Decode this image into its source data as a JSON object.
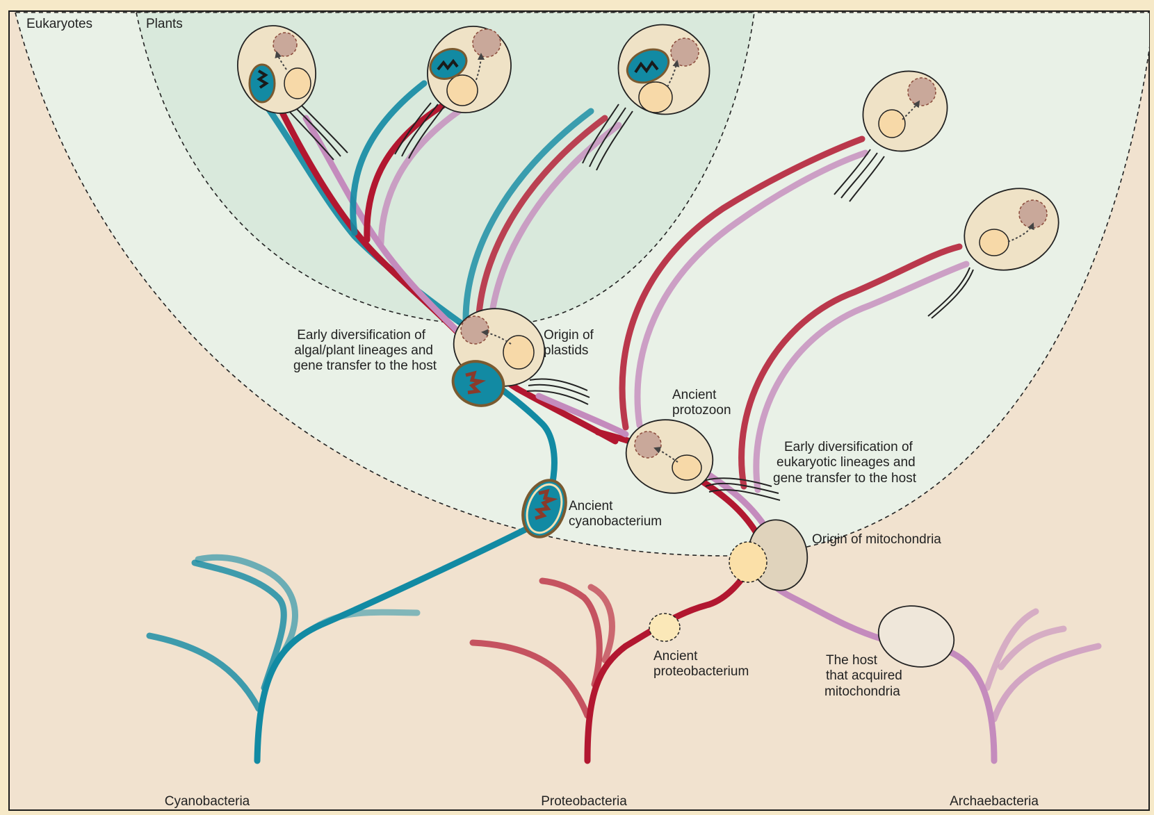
{
  "colors": {
    "page_bg": "#f6e9c8",
    "panel_bg": "#f1e2cf",
    "eukaryote_zone": "#e7efe6",
    "plant_zone": "#d9e8de",
    "cyanobacteria": "#128aa3",
    "proteobacteria": "#b21730",
    "archaebacteria": "#c48bbd",
    "cell_fill": "#efe2c6",
    "mitochondrion": "#f7d9a8",
    "nucleus": "#c9a89a"
  },
  "regions": {
    "eukaryotes": "Eukaryotes",
    "plants": "Plants"
  },
  "labels": {
    "early_algal": [
      "Early diversification of",
      "algal/plant lineages and",
      "gene transfer to the host"
    ],
    "origin_plastids": [
      "Origin of",
      "plastids"
    ],
    "ancient_protozoon": [
      "Ancient",
      "protozoon"
    ],
    "early_eukaryotic": [
      "Early diversification of",
      "eukaryotic lineages and",
      "gene transfer to the host"
    ],
    "ancient_cyanobacterium": [
      "Ancient",
      "cyanobacterium"
    ],
    "origin_mitochondria": "Origin of mitochondria",
    "ancient_proteobacterium": [
      "Ancient",
      "proteobacterium"
    ],
    "host": [
      "The host",
      "that acquired",
      "mitochondria"
    ]
  },
  "groups": {
    "cyanobacteria": "Cyanobacteria",
    "proteobacteria": "Proteobacteria",
    "archaebacteria": "Archaebacteria"
  },
  "icons": [
    "eukaryotic-cell-icon",
    "plant-cell-icon",
    "cyanobacterium-icon",
    "proteobacterium-icon",
    "host-cell-icon",
    "nucleus-icon",
    "mitochondrion-icon",
    "chloroplast-icon",
    "flagellum-icon"
  ]
}
